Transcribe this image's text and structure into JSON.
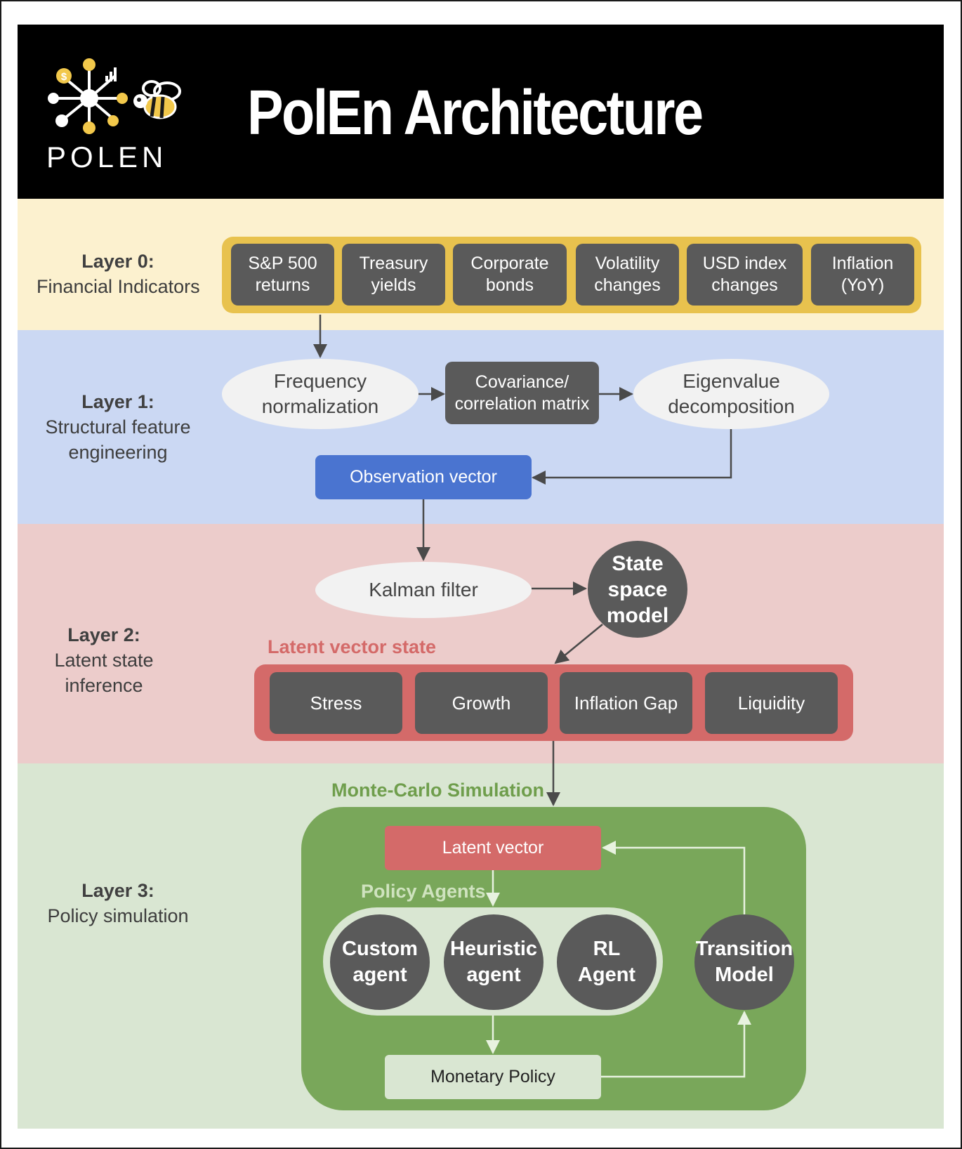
{
  "header": {
    "title": "PolEn Architecture",
    "brand": "POLEN"
  },
  "layers": {
    "l0": {
      "name": "Layer 0:",
      "desc": "Financial Indicators"
    },
    "l1": {
      "name": "Layer 1:",
      "desc1": "Structural feature",
      "desc2": "engineering"
    },
    "l2": {
      "name": "Layer 2:",
      "desc1": "Latent state",
      "desc2": "inference"
    },
    "l3": {
      "name": "Layer 3:",
      "desc": "Policy simulation"
    }
  },
  "indicators": [
    {
      "l1": "S&P 500",
      "l2": "returns"
    },
    {
      "l1": "Treasury",
      "l2": "yields"
    },
    {
      "l1": "Corporate",
      "l2": "bonds"
    },
    {
      "l1": "Volatility",
      "l2": "changes"
    },
    {
      "l1": "USD index",
      "l2": "changes"
    },
    {
      "l1": "Inflation",
      "l2": "(YoY)"
    }
  ],
  "layer1_nodes": {
    "freq": {
      "l1": "Frequency",
      "l2": "normalization"
    },
    "cov": {
      "l1": "Covariance/",
      "l2": "correlation matrix"
    },
    "eig": {
      "l1": "Eigenvalue",
      "l2": "decomposition"
    },
    "obs": "Observation vector"
  },
  "layer2_nodes": {
    "kalman": "Kalman filter",
    "ssm": {
      "l1": "State",
      "l2": "space",
      "l3": "model"
    },
    "latent_title": "Latent vector state",
    "latent_items": [
      "Stress",
      "Growth",
      "Inflation Gap",
      "Liquidity"
    ]
  },
  "layer3_nodes": {
    "mc_title": "Monte-Carlo Simulation",
    "latent_vector": "Latent vector",
    "agents_title": "Policy Agents",
    "agents": [
      {
        "l1": "Custom",
        "l2": "agent"
      },
      {
        "l1": "Heuristic",
        "l2": "agent"
      },
      {
        "l1": "RL",
        "l2": "Agent"
      }
    ],
    "transition": {
      "l1": "Transition",
      "l2": "Model"
    },
    "monetary": "Monetary Policy"
  },
  "colors": {
    "header_bg": "#000000",
    "layer0_bg": "#fcf1cf",
    "layer1_bg": "#cbd8f3",
    "layer2_bg": "#eccccb",
    "layer3_bg": "#d9e6d2",
    "yellow_accent": "#e8c24e",
    "node_dark": "#5a5a5a",
    "observation_blue": "#4a74d0",
    "latent_red": "#d46a69",
    "green_panel": "#79a75a",
    "latent_title_red": "#d46a69",
    "mc_title_green": "#6f9e4c",
    "agents_title_green": "#cfe3bf"
  },
  "icons": [
    "network-logo-icon",
    "bee-icon"
  ]
}
